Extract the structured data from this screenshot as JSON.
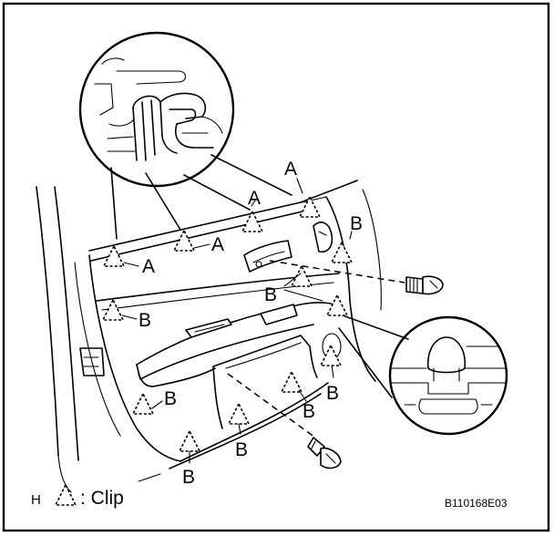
{
  "labels": {
    "clip_a": "A",
    "clip_b": "B"
  },
  "legend": {
    "marker": "H",
    "text": ": Clip"
  },
  "figure_code": "B110168E03"
}
